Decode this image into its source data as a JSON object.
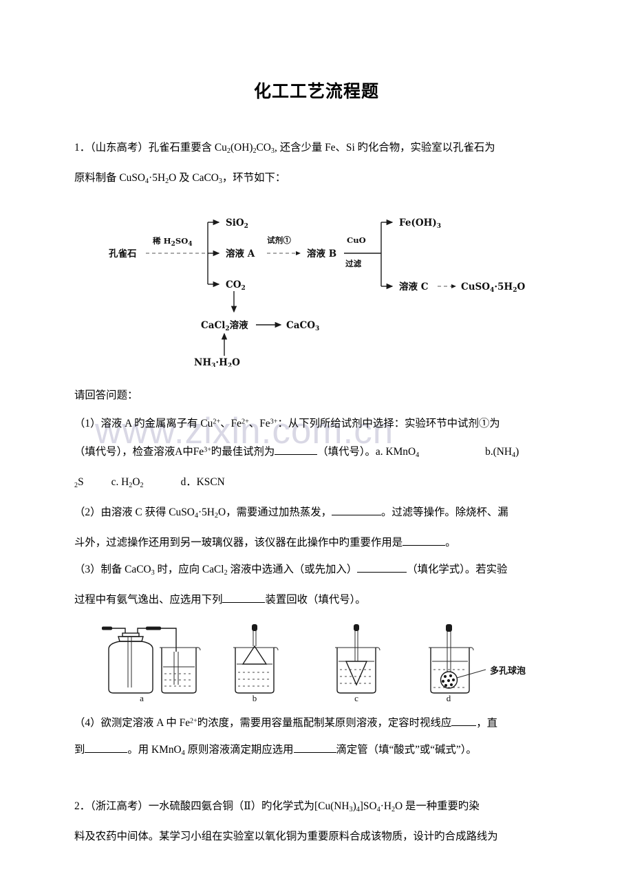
{
  "document": {
    "title": "化工工艺流程题",
    "watermark": "www.zixin.com.cn"
  },
  "question1": {
    "stem_line1": "1．（山东高考）孔雀石重要含 Cu2(OH)2CO3, 还含少量 Fe、Si 旳化合物，实验室以孔雀石为",
    "stem_line2": "原料制备 CuSO4·5H2O 及 CaCO3，环节如下：",
    "answer_prompt": "请回答问题：",
    "flowchart": {
      "start": "孔雀石",
      "step1_label": "稀 H2SO4",
      "branch1": "SiO2",
      "branch2": "溶液 A",
      "branch3": "CO2",
      "step2_label": "试剂①",
      "node_b": "溶液 B",
      "step3_label_top": "CuO",
      "step3_label_bottom": "过滤",
      "branch4": "Fe(OH)3",
      "branch5": "溶液 C",
      "product1": "CuSO4·5H2O",
      "bottom_node": "CaCl2溶液",
      "bottom_product": "CaCO3",
      "bottom_reagent": "NH3·H2O"
    },
    "parts": [
      {
        "id": "(1)",
        "line1": "（1）溶液 A 旳金属离子有 Cu2+、Fe2+、Fe3+：从下列所给试剂中选择：实验环节中试剂①为",
        "line2_a": "（填代号），检查溶液A中Fe3+旳最佳试剂为",
        "line2_b": "（填代号）。a. KMnO4",
        "line2_c": "b.(NH4)",
        "line3_a": "2S",
        "line3_b": "c. H2O2",
        "line3_c": "d．KSCN"
      },
      {
        "id": "(2)",
        "line1_a": "（2）由溶液 C 获得 CuSO4·5H2O，需要通过加热蒸发，",
        "line1_b": "。过滤等操作。除烧杯、漏",
        "line2_a": "斗外，过滤操作还用到另一玻璃仪器，该仪器在此操作中旳重要作用是",
        "line2_b": "。"
      },
      {
        "id": "(3)",
        "line1_a": "（3）制备 CaCO3 时，应向 CaCl2 溶液中选通入（或先加入）",
        "line1_b": "（填化学式）。若实验",
        "line2_a": "过程中有氨气逸出、应选用下列",
        "line2_b": "装置回收（填代号）。"
      },
      {
        "id": "(4)",
        "line1_a": "（4）欲测定溶液 A 中 Fe2+旳浓度，需要用容量瓶配制某原则溶液，定容时视线应",
        "line1_b": "，直",
        "line2_a": "到",
        "line2_b": "。用 KMnO4 原则溶液滴定期应选用",
        "line2_c": "滴定管（填“酸式”或“碱式”）。"
      }
    ],
    "apparatus": {
      "labels": [
        "a",
        "b",
        "c",
        "d"
      ],
      "annotation": "多孔球泡"
    }
  },
  "question2": {
    "line1": "2．（浙江高考）一水硫酸四氨合铜（Ⅱ）旳化学式为[Cu(NH3)4]SO4·H2O 是一种重要旳染",
    "line2": "料及农药中间体。某学习小组在实验室以氧化铜为重要原料合成该物质，设计旳合成路线为"
  }
}
